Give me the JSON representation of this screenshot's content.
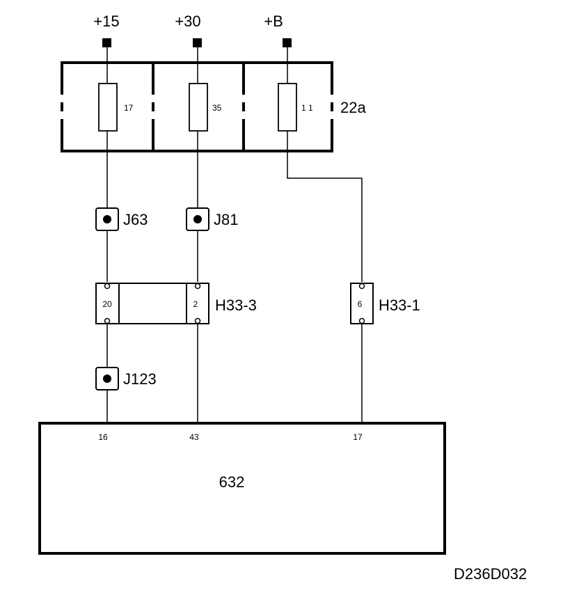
{
  "supplies": [
    {
      "id": "p15",
      "label": "+15"
    },
    {
      "id": "p30",
      "label": "+30"
    },
    {
      "id": "pB",
      "label": "+B"
    }
  ],
  "fuse_box": {
    "label": "22a",
    "fuses": [
      {
        "id": "f17",
        "label": "17"
      },
      {
        "id": "f35",
        "label": "35"
      },
      {
        "id": "f11",
        "label": "1 1"
      }
    ]
  },
  "splices": [
    {
      "id": "j63",
      "label": "J63"
    },
    {
      "id": "j81",
      "label": "J81"
    },
    {
      "id": "j123",
      "label": "J123"
    }
  ],
  "connectors": [
    {
      "id": "h333",
      "label": "H33-3",
      "pins": [
        "20",
        "2"
      ]
    },
    {
      "id": "h331",
      "label": "H33-1",
      "pins": [
        "6"
      ]
    }
  ],
  "unit": {
    "label": "632",
    "pins": [
      "16",
      "43",
      "17"
    ]
  },
  "drawing_code": "D236D032",
  "colors": {
    "ink": "#000000",
    "paper": "#ffffff"
  }
}
